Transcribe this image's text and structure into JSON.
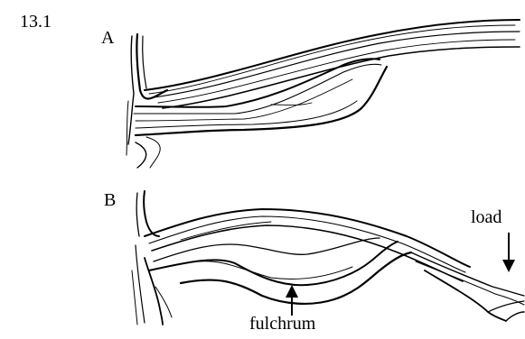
{
  "figure_number": "13.1",
  "panel_a": {
    "label": "A"
  },
  "panel_b": {
    "label": "B",
    "load_label": "load",
    "fulcrum_label": "fulchrum"
  },
  "colors": {
    "ink": "#000000",
    "background": "#ffffff"
  }
}
